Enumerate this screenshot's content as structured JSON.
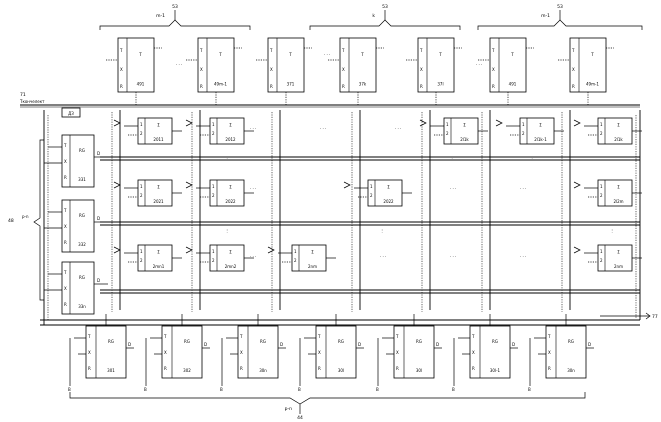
{
  "top_groups": [
    {
      "ref": "53",
      "label": "m-1"
    },
    {
      "ref": "53",
      "label": "k"
    },
    {
      "ref": "53",
      "label": "m-1"
    }
  ],
  "bottom_group": {
    "label": "p-n",
    "ref": "44"
  },
  "left_group": {
    "label": "48",
    "sub": "p-n"
  },
  "signal": {
    "label": "71",
    "bus_label": "Ткончелект"
  },
  "reg_small_label": "ДЗ",
  "right_label": "77",
  "top_blocks": [
    {
      "t": "T",
      "c": "491"
    },
    {
      "t": "T",
      "c": "49m-1"
    },
    {
      "t": "T",
      "c": "371"
    },
    {
      "t": "T",
      "c": "37k"
    },
    {
      "t": "T",
      "c": "37l"
    },
    {
      "t": "T",
      "c": "491"
    },
    {
      "t": "T",
      "c": "49m-1"
    }
  ],
  "left_regs": [
    {
      "t": "RG",
      "c": "331"
    },
    {
      "t": "RG",
      "c": "332"
    },
    {
      "t": "RG",
      "c": "33n"
    }
  ],
  "bottom_regs": [
    {
      "t": "RG",
      "c": "301"
    },
    {
      "t": "RG",
      "c": "302"
    },
    {
      "t": "RG",
      "c": "30n"
    },
    {
      "t": "RG",
      "c": "30l"
    },
    {
      "t": "RG",
      "c": "30l"
    },
    {
      "t": "RG",
      "c": "30l-1"
    },
    {
      "t": "RG",
      "c": "30n"
    }
  ],
  "grid": [
    [
      {
        "t": "Σ",
        "c": "2011"
      },
      {
        "t": "Σ",
        "c": "2012"
      },
      {
        "t": "Σ",
        "c": "2l1k"
      },
      {
        "t": "Σ",
        "c": "2l1k-1"
      },
      {
        "t": "Σ",
        "c": "2l1k"
      }
    ],
    [
      {
        "t": "Σ",
        "c": "2021"
      },
      {
        "t": "Σ",
        "c": "2022"
      },
      {
        "t": "Σ",
        "c": "2022"
      },
      {
        "t": "Σ",
        "c": "2l2m"
      }
    ],
    [
      {
        "t": "Σ",
        "c": "2mn1"
      },
      {
        "t": "Σ",
        "c": "2mn2"
      },
      {
        "t": "Σ",
        "c": "2nm"
      },
      {
        "t": "Σ",
        "c": "2nm"
      }
    ]
  ],
  "dots": "· · ·"
}
